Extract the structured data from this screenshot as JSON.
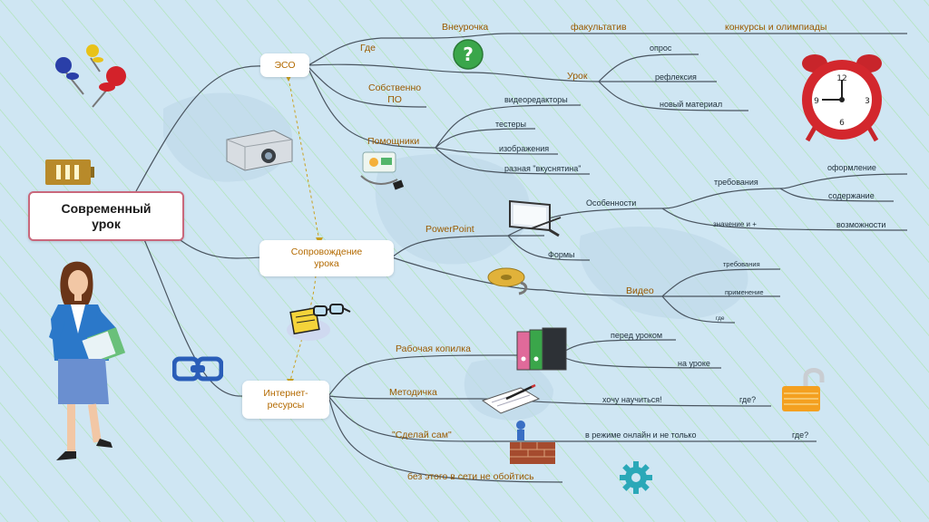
{
  "root": {
    "line1": "Современный",
    "line2": "урок"
  },
  "nodes": {
    "eso": "ЭСО",
    "support": {
      "line1": "Сопровождение",
      "line2": "урока"
    },
    "internet": {
      "line1": "Интернет-",
      "line2": "ресурсы"
    }
  },
  "eso_branch": {
    "gde": "Где",
    "vneurochka": "Внеурочка",
    "fakultativ": "факультатив",
    "konkursy": "конкурсы и олимпиады",
    "urok": "Урок",
    "opros": "опрос",
    "refleksiya": "рефлексия",
    "novyi": "новый материал",
    "sobstvenno1": "Собственно",
    "sobstvenno2": "ПО",
    "pomoshniki": "Помощники",
    "videored": "видеоредакторы",
    "testery": "тестеры",
    "izobrazheniya": "изображения",
    "raznaya": "разная \"вкуснятина\""
  },
  "support_branch": {
    "powerpoint": "PowerPoint",
    "osobennosti": "Особенности",
    "trebovaniya": "требования",
    "oformlenie": "оформление",
    "soderzhanie": "содержание",
    "znachenie": "значение и +",
    "vozmozhnosti": "возможности",
    "formy": "Формы",
    "video": "Видео",
    "v_trebovaniya": "требования",
    "v_primenenie": "применение",
    "v_gde": "где"
  },
  "internet_branch": {
    "kopilka": "Рабочая копилка",
    "pered": "перед уроком",
    "na_uroke": "на уроке",
    "metodichka": "Методичка",
    "hochu": "хочу научиться!",
    "gde1": "где?",
    "sdelai": "\"Сделай сам\"",
    "onlain": "в режиме онлайн и не только",
    "gde2": "где?",
    "bez": "без этого в сети не обойтись"
  },
  "icons": {
    "pushpins": "pushpins-icon",
    "question": "question-icon",
    "clock": "alarm-clock-icon",
    "battery": "battery-icon",
    "projector": "projector-icon",
    "helper": "helper-hand-icon",
    "monitor": "monitor-icon",
    "film": "film-reel-icon",
    "glasses": "glasses-document-icon",
    "chain": "chain-link-icon",
    "binders": "binders-icon",
    "notebook": "notebook-pen-icon",
    "lock": "open-lock-icon",
    "builder": "builder-wall-icon",
    "gear": "gear-icon",
    "teacher": "teacher-figure"
  },
  "colors": {
    "background": "#cfe6f3",
    "stripe": "#9fe0a2",
    "branch": "#4a5560",
    "root_border": "#c9687c",
    "main_text": "#b36a00",
    "dashed": "#c8a020"
  }
}
